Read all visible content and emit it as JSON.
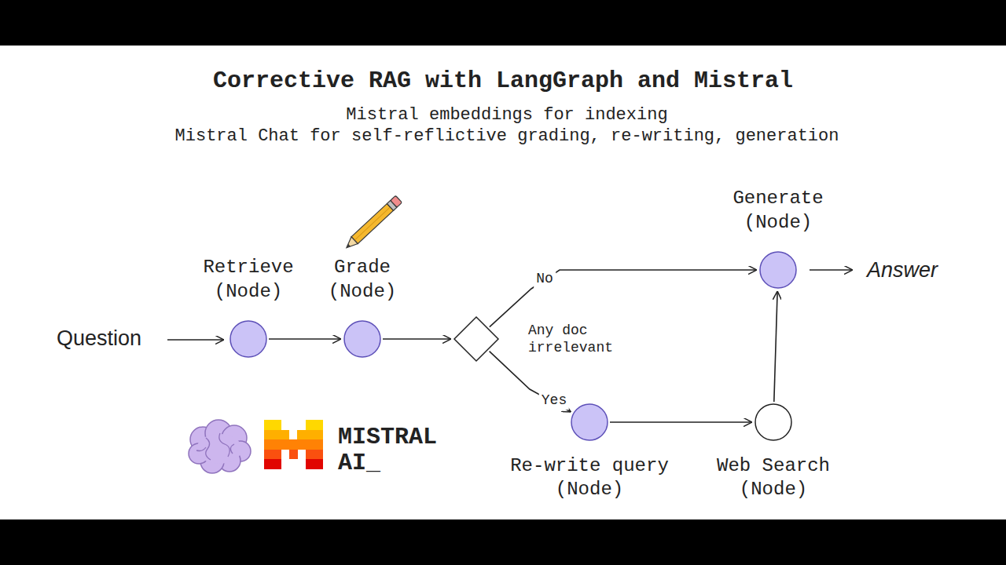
{
  "diagram": {
    "title": "Corrective RAG with LangGraph and Mistral",
    "nodes": [
      {
        "text": [
          "Retrieve (Node)"
        ]
      },
      {
        "text": [
          "Grade (Node)"
        ]
      },
      {
        "text": [
          "Any doc irrelevant"
        ]
      },
      {
        "text": [
          "Re-write query (Node)"
        ]
      },
      {
        "text": [
          "Web Search (Node)"
        ]
      },
      {
        "text": [
          "Generate (Node)"
        ]
      }
    ],
    "edges": [
      {
        "from": 0,
        "to": 1,
        "arrow": "to"
      },
      {
        "from": 1,
        "to": 2,
        "arrow": "to"
      },
      {
        "from": 2,
        "to": 5,
        "label": "No",
        "arrow": "to"
      },
      {
        "from": 2,
        "to": 3,
        "label": "Yes",
        "arrow": "to"
      },
      {
        "from": 3,
        "to": 4,
        "arrow": "to"
      },
      {
        "from": 4,
        "to": 5,
        "arrow": "to"
      }
    ],
    "labels": [
      "Mistral embeddings for indexing",
      "Mistral Chat for self-reflictive grading, re-writing, generation",
      "Question",
      "Answer",
      "MISTRAL",
      "AI_"
    ]
  }
}
